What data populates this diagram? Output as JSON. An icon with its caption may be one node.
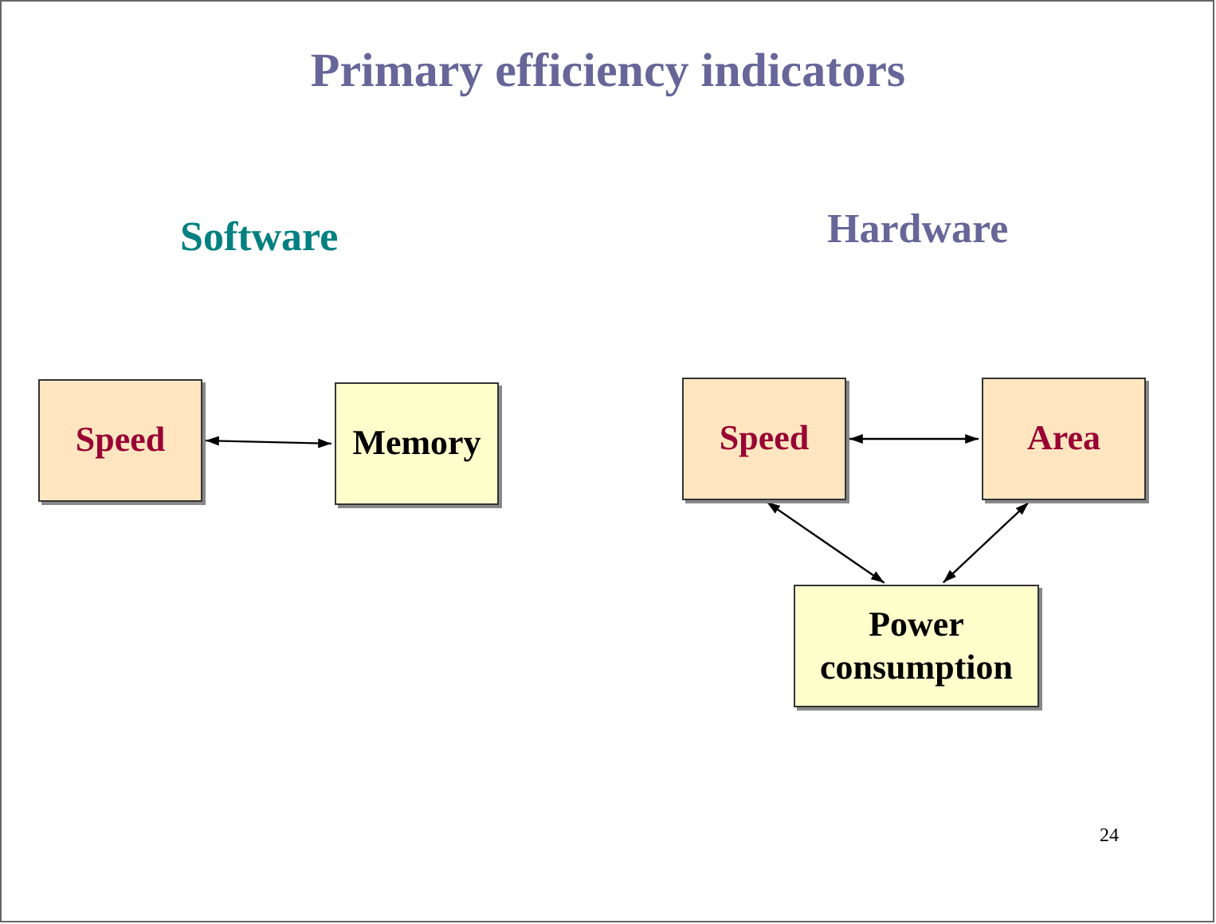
{
  "diagram": {
    "title": "Primary efficiency indicators",
    "nodes": [
      {
        "text": [
          "Speed"
        ]
      },
      {
        "text": [
          "Memory"
        ]
      },
      {
        "text": [
          "Speed"
        ]
      },
      {
        "text": [
          "Area"
        ]
      },
      {
        "text": [
          "Power consumption"
        ]
      }
    ],
    "edges": [
      {
        "from": 0,
        "to": 1,
        "arrow": "both"
      },
      {
        "from": 2,
        "to": 3,
        "arrow": "both"
      },
      {
        "from": 2,
        "to": 4,
        "arrow": "both"
      },
      {
        "from": 3,
        "to": 4,
        "arrow": "both"
      }
    ],
    "labels": [
      "Software",
      "Hardware",
      "24"
    ]
  }
}
